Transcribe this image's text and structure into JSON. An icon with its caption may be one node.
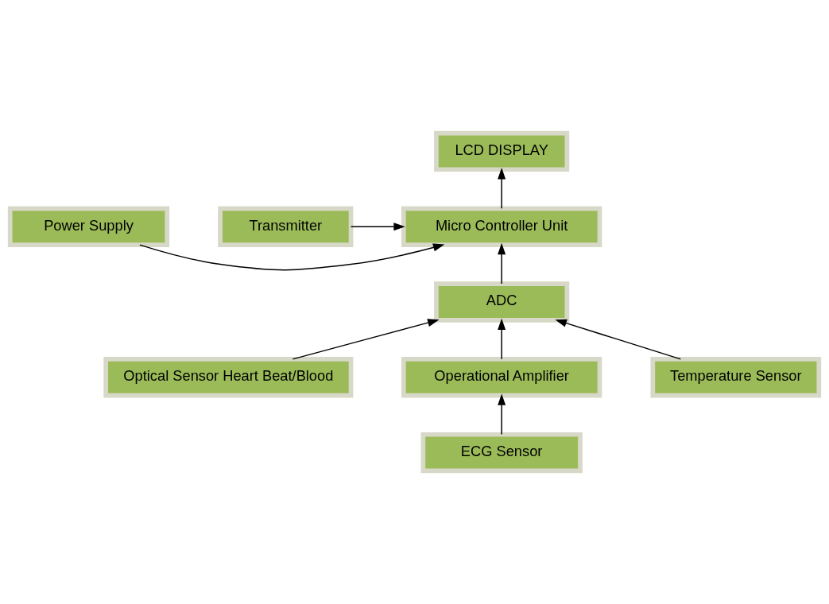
{
  "diagram": {
    "nodes": [
      {
        "text": [
          "LCD DISPLAY"
        ]
      },
      {
        "text": [
          "Power Supply"
        ]
      },
      {
        "text": [
          "Micro Controller Unit"
        ]
      },
      {
        "text": [
          "Transmitter"
        ]
      },
      {
        "text": [
          "ADC"
        ]
      },
      {
        "text": [
          "Optical Sensor Heart Beat/Blood"
        ]
      },
      {
        "text": [
          "Operational Amplifier"
        ]
      },
      {
        "text": [
          "Temperature Sensor"
        ]
      },
      {
        "text": [
          "ECG Sensor"
        ]
      }
    ],
    "edges": [
      {
        "from": 2,
        "to": 0,
        "arrow": "to"
      },
      {
        "from": 1,
        "to": 2,
        "arrow": "to"
      },
      {
        "from": 3,
        "to": 2,
        "arrow": "to"
      },
      {
        "from": 4,
        "to": 2,
        "arrow": "to"
      },
      {
        "from": 5,
        "to": 4,
        "arrow": "to"
      },
      {
        "from": 6,
        "to": 4,
        "arrow": "to"
      },
      {
        "from": 7,
        "to": 4,
        "arrow": "to"
      },
      {
        "from": 8,
        "to": 6,
        "arrow": "to"
      }
    ]
  }
}
